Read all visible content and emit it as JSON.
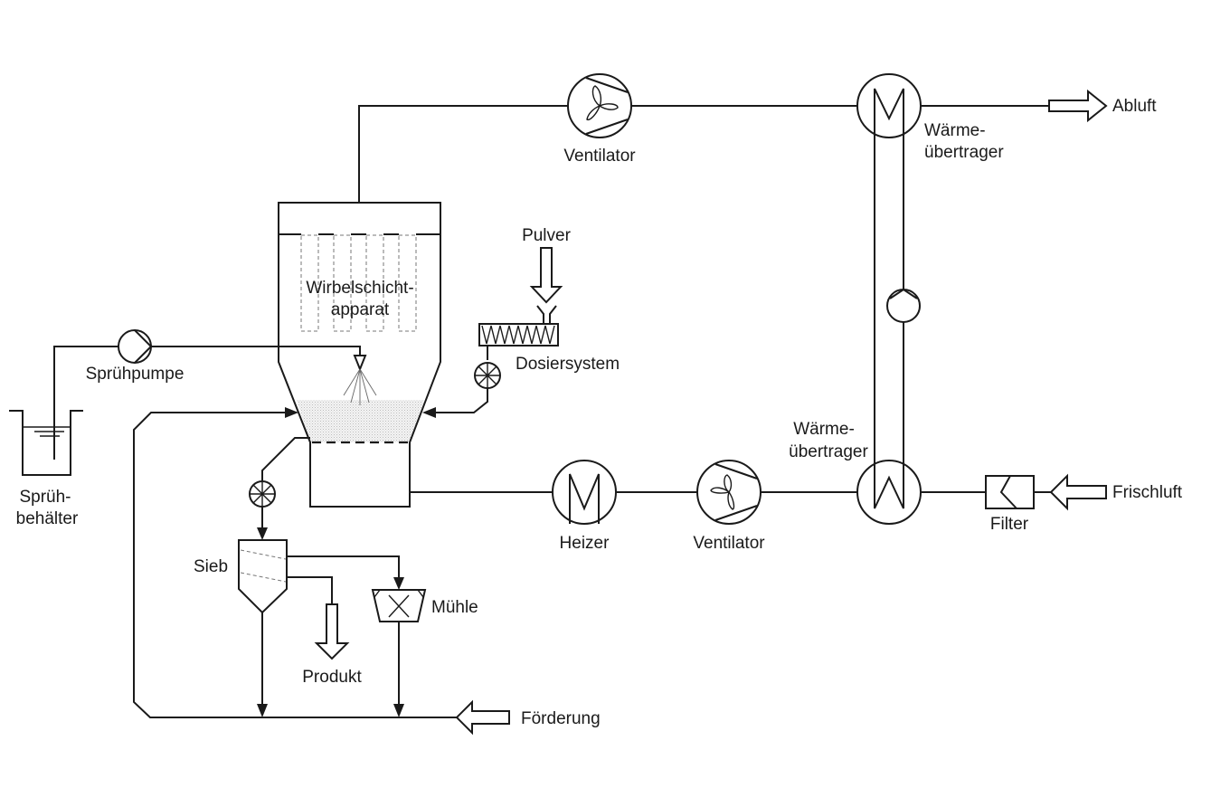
{
  "diagram": {
    "type": "process-flow",
    "title": "Wirbelschicht-Sprühgranulation Anlagenschema",
    "labels": {
      "apparatus_line1": "Wirbelschicht-",
      "apparatus_line2": "apparat",
      "ventilator_top": "Ventilator",
      "heat_exchanger_top_line1": "Wärme-",
      "heat_exchanger_top_line2": "übertrager",
      "exhaust": "Abluft",
      "powder": "Pulver",
      "dosing": "Dosiersystem",
      "spray_pump": "Sprühpumpe",
      "spray_tank_line1": "Sprüh-",
      "spray_tank_line2": "behälter",
      "heat_exchanger_bottom_line1": "Wärme-",
      "heat_exchanger_bottom_line2": "übertrager",
      "fresh_air": "Frischluft",
      "filter": "Filter",
      "heater": "Heizer",
      "ventilator_bottom": "Ventilator",
      "sieve": "Sieb",
      "mill": "Mühle",
      "product": "Produkt",
      "conveying": "Förderung"
    },
    "components": [
      "Wirbelschichtapparat",
      "Ventilator (Abluft)",
      "Wärmeübertrager (Abluft)",
      "Wärmeübertrager (Zuluft)",
      "Pumpe (Wärmeträgerkreislauf)",
      "Filter",
      "Ventilator (Zuluft)",
      "Heizer",
      "Sprühpumpe",
      "Sprühbehälter",
      "Dosiersystem",
      "Zellenradschleuse (Dosierung)",
      "Zellenradschleuse (Austrag)",
      "Sieb",
      "Mühle"
    ],
    "streams": [
      {
        "from": "Frischluft",
        "to": "Filter"
      },
      {
        "from": "Filter",
        "to": "Wärmeübertrager (Zuluft)"
      },
      {
        "from": "Wärmeübertrager (Zuluft)",
        "to": "Ventilator (Zuluft)"
      },
      {
        "from": "Ventilator (Zuluft)",
        "to": "Heizer"
      },
      {
        "from": "Heizer",
        "to": "Wirbelschichtapparat"
      },
      {
        "from": "Wirbelschichtapparat",
        "to": "Ventilator (Abluft)"
      },
      {
        "from": "Ventilator (Abluft)",
        "to": "Wärmeübertrager (Abluft)"
      },
      {
        "from": "Wärmeübertrager (Abluft)",
        "to": "Abluft"
      },
      {
        "from": "Sprühbehälter",
        "to": "Sprühpumpe"
      },
      {
        "from": "Sprühpumpe",
        "to": "Wirbelschichtapparat"
      },
      {
        "from": "Pulver",
        "to": "Dosiersystem"
      },
      {
        "from": "Dosiersystem",
        "to": "Wirbelschichtapparat"
      },
      {
        "from": "Wirbelschichtapparat",
        "to": "Sieb"
      },
      {
        "from": "Sieb",
        "to": "Produkt"
      },
      {
        "from": "Sieb",
        "to": "Mühle"
      },
      {
        "from": "Sieb",
        "to": "Förderung"
      },
      {
        "from": "Mühle",
        "to": "Förderung"
      },
      {
        "from": "Förderung",
        "to": "Wirbelschichtapparat"
      }
    ]
  }
}
